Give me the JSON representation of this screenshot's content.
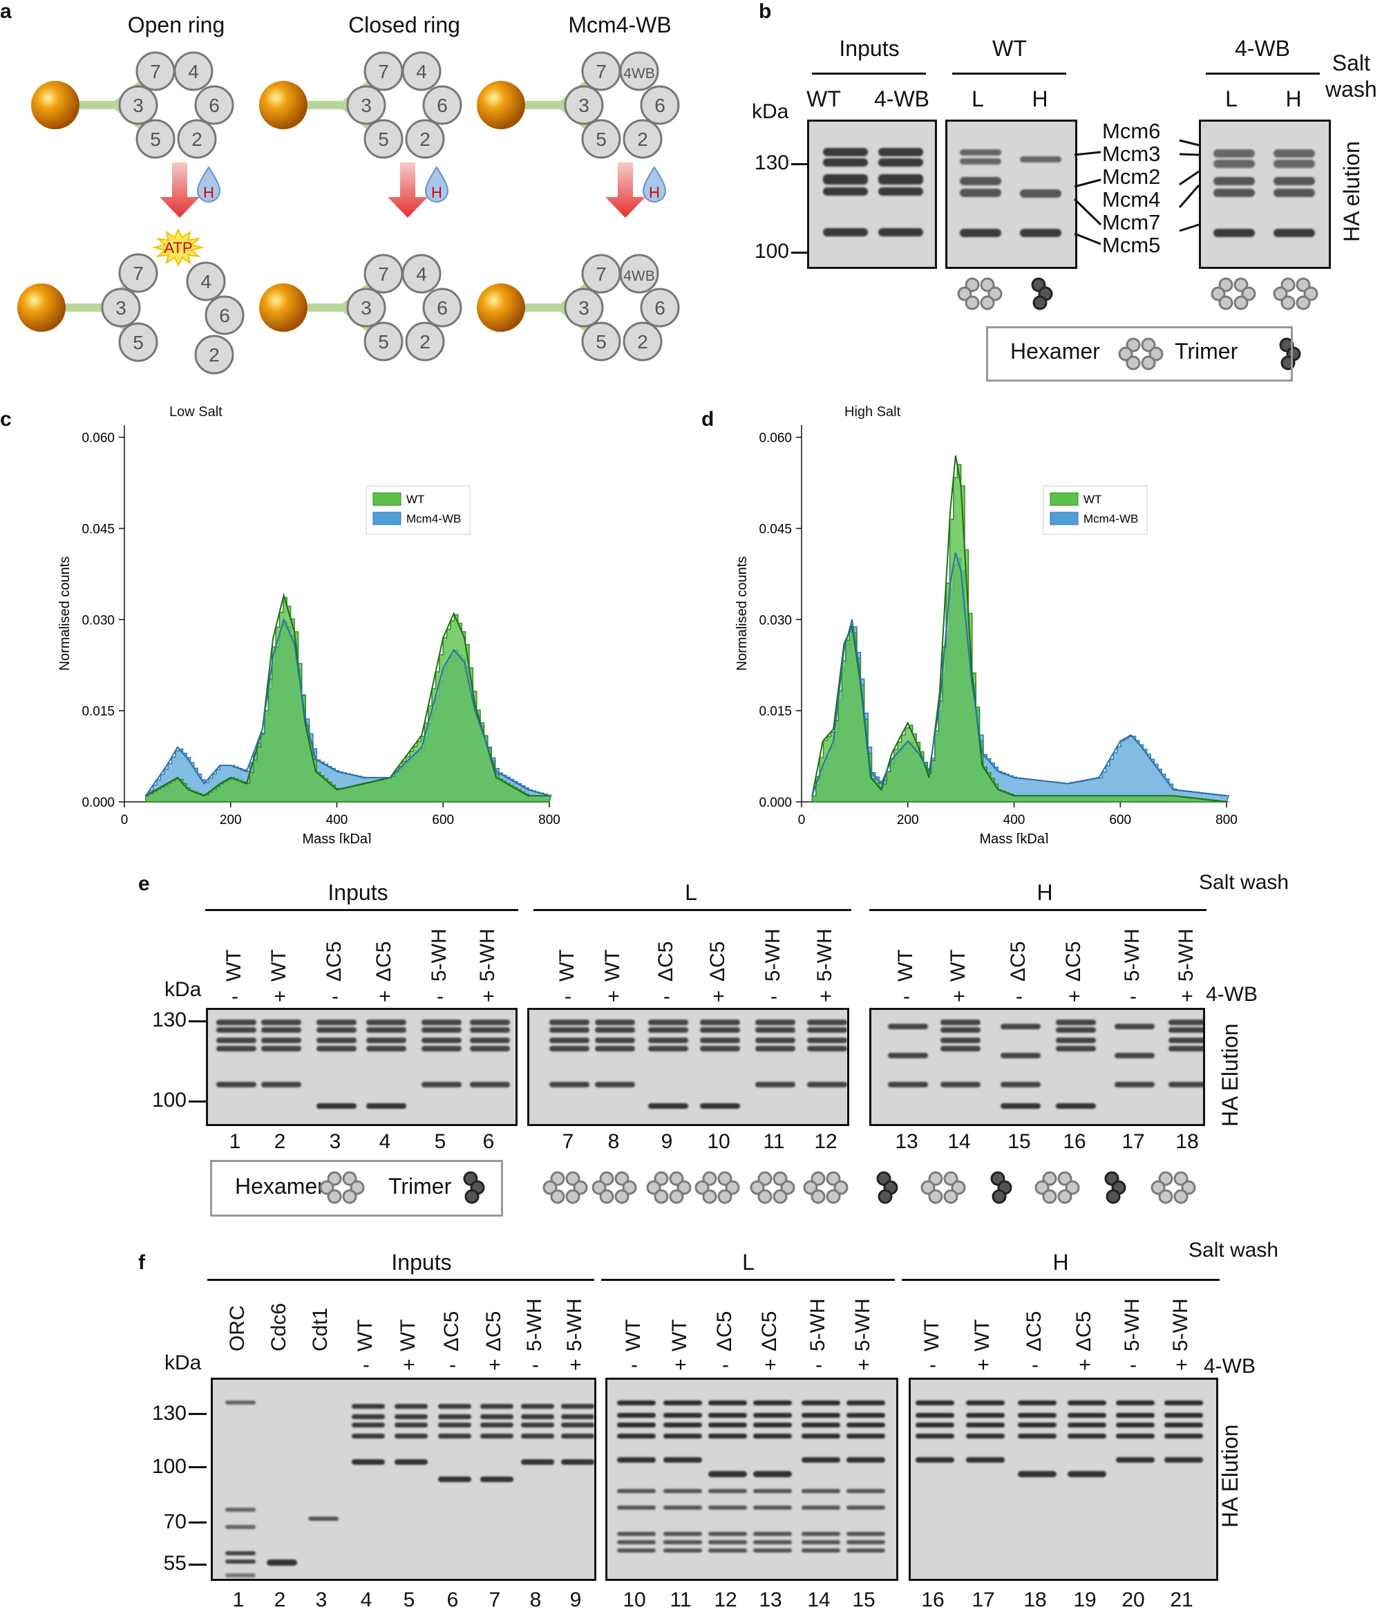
{
  "panels": {
    "a": "a",
    "b": "b",
    "c": "c",
    "d": "d",
    "e": "e",
    "f": "f"
  },
  "panel_a": {
    "titles": [
      "Open ring",
      "Closed ring",
      "Mcm4-WB"
    ],
    "atp": "ATP",
    "h": "H",
    "wb": "4WB",
    "subunits_top": [
      "7",
      "4",
      "3",
      "6",
      "5",
      "2"
    ]
  },
  "panel_b": {
    "group_labels": [
      "Inputs",
      "WT",
      "4-WB"
    ],
    "lanes_inputs": [
      "WT",
      "4-WB"
    ],
    "lanes_wt": [
      "L",
      "H"
    ],
    "lanes_4wb": [
      "L",
      "H"
    ],
    "salt_wash": [
      "Salt",
      "wash"
    ],
    "kda": "kDa",
    "markers": [
      "130",
      "100"
    ],
    "mcm_labels": [
      "Mcm6",
      "Mcm3",
      "Mcm2",
      "Mcm4",
      "Mcm7",
      "Mcm5"
    ],
    "side_label": "HA elution",
    "legend": {
      "hexamer": "Hexamer",
      "trimer": "Trimer"
    }
  },
  "panel_c": {
    "chart_data": {
      "type": "area",
      "title": "Low Salt",
      "xlabel": "Mass [kDa]",
      "ylabel": "Normalised counts",
      "xlim": [
        0,
        800
      ],
      "ylim": [
        0,
        0.062
      ],
      "xticks": [
        "0",
        "200",
        "400",
        "600",
        "800"
      ],
      "yticks": [
        "0.000",
        "0.015",
        "0.030",
        "0.045",
        "0.060"
      ],
      "legend_position": "right",
      "series": [
        {
          "name": "WT",
          "color": "#5cc24a",
          "x": [
            40,
            80,
            100,
            120,
            150,
            180,
            200,
            230,
            260,
            280,
            300,
            320,
            340,
            360,
            400,
            450,
            500,
            560,
            600,
            620,
            640,
            660,
            700,
            760,
            800
          ],
          "y": [
            0.001,
            0.003,
            0.004,
            0.002,
            0.001,
            0.003,
            0.004,
            0.003,
            0.012,
            0.027,
            0.034,
            0.028,
            0.013,
            0.005,
            0.002,
            0.003,
            0.004,
            0.011,
            0.027,
            0.031,
            0.027,
            0.016,
            0.004,
            0.001,
            0.001
          ]
        },
        {
          "name": "Mcm4-WB",
          "color": "#4f9fd6",
          "x": [
            40,
            80,
            100,
            120,
            150,
            180,
            200,
            230,
            260,
            280,
            300,
            320,
            340,
            360,
            400,
            450,
            500,
            560,
            600,
            620,
            640,
            660,
            700,
            760,
            800
          ],
          "y": [
            0.001,
            0.006,
            0.009,
            0.007,
            0.003,
            0.006,
            0.006,
            0.005,
            0.012,
            0.024,
            0.03,
            0.026,
            0.014,
            0.007,
            0.005,
            0.004,
            0.004,
            0.009,
            0.022,
            0.025,
            0.023,
            0.015,
            0.005,
            0.002,
            0.001
          ]
        }
      ]
    }
  },
  "panel_d": {
    "chart_data": {
      "type": "area",
      "title": "High Salt",
      "xlabel": "Mass [kDa]",
      "ylabel": "Normalised counts",
      "xlim": [
        0,
        800
      ],
      "ylim": [
        0,
        0.062
      ],
      "xticks": [
        "0",
        "200",
        "400",
        "600",
        "800"
      ],
      "yticks": [
        "0.000",
        "0.015",
        "0.030",
        "0.045",
        "0.060"
      ],
      "legend_position": "right",
      "series": [
        {
          "name": "WT",
          "color": "#5cc24a",
          "x": [
            20,
            40,
            60,
            80,
            95,
            110,
            130,
            150,
            170,
            200,
            220,
            240,
            260,
            280,
            290,
            300,
            320,
            340,
            370,
            400,
            500,
            560,
            600,
            620,
            640,
            700,
            800
          ],
          "y": [
            0.001,
            0.01,
            0.012,
            0.026,
            0.029,
            0.02,
            0.004,
            0.002,
            0.008,
            0.013,
            0.009,
            0.004,
            0.018,
            0.048,
            0.057,
            0.052,
            0.022,
            0.006,
            0.002,
            0.001,
            0.001,
            0.001,
            0.001,
            0.001,
            0.001,
            0.001,
            0.0
          ]
        },
        {
          "name": "Mcm4-WB",
          "color": "#4f9fd6",
          "x": [
            20,
            40,
            60,
            80,
            95,
            110,
            130,
            150,
            170,
            200,
            220,
            240,
            260,
            280,
            290,
            300,
            320,
            340,
            370,
            400,
            500,
            560,
            600,
            620,
            640,
            700,
            800
          ],
          "y": [
            0.001,
            0.006,
            0.01,
            0.025,
            0.03,
            0.021,
            0.005,
            0.003,
            0.007,
            0.01,
            0.008,
            0.005,
            0.016,
            0.036,
            0.041,
            0.038,
            0.02,
            0.008,
            0.005,
            0.004,
            0.003,
            0.004,
            0.01,
            0.011,
            0.009,
            0.002,
            0.001
          ]
        }
      ]
    }
  },
  "panel_e": {
    "groups": [
      "Inputs",
      "L",
      "H"
    ],
    "salt_wash": "Salt wash",
    "kda": "kDa",
    "markers": [
      "130",
      "100"
    ],
    "lane_names": [
      "WT",
      "WT",
      "ΔC5",
      "ΔC5",
      "5-WH",
      "5-WH",
      "WT",
      "WT",
      "ΔC5",
      "ΔC5",
      "5-WH",
      "5-WH",
      "WT",
      "WT",
      "ΔC5",
      "ΔC5",
      "5-WH",
      "5-WH"
    ],
    "signs": [
      "-",
      "+",
      "-",
      "+",
      "-",
      "+",
      "-",
      "+",
      "-",
      "+",
      "-",
      "+",
      "-",
      "+",
      "-",
      "+",
      "-",
      "+"
    ],
    "wb_label": "4-WB",
    "side_label": "HA Elution",
    "numbers": [
      "1",
      "2",
      "3",
      "4",
      "5",
      "6",
      "7",
      "8",
      "9",
      "10",
      "11",
      "12",
      "13",
      "14",
      "15",
      "16",
      "17",
      "18"
    ],
    "legend": {
      "hexamer": "Hexamer",
      "trimer": "Trimer"
    },
    "complex": [
      "hex",
      "hex",
      "hex",
      "hex",
      "hex",
      "hex",
      "tri",
      "hex",
      "tri",
      "hex",
      "tri",
      "hex"
    ]
  },
  "panel_f": {
    "groups": [
      "Inputs",
      "L",
      "H"
    ],
    "salt_wash": "Salt wash",
    "kda": "kDa",
    "markers": [
      "130",
      "100",
      "70",
      "55"
    ],
    "lane_names": [
      "ORC",
      "Cdc6",
      "Cdt1",
      "WT",
      "WT",
      "ΔC5",
      "ΔC5",
      "5-WH",
      "5-WH",
      "WT",
      "WT",
      "ΔC5",
      "ΔC5",
      "5-WH",
      "5-WH",
      "WT",
      "WT",
      "ΔC5",
      "ΔC5",
      "5-WH",
      "5-WH"
    ],
    "signs": [
      "",
      "",
      "",
      "-",
      "+",
      "-",
      "+",
      "-",
      "+",
      "-",
      "+",
      "-",
      "+",
      "-",
      "+",
      "-",
      "+",
      "-",
      "+",
      "-",
      "+"
    ],
    "wb_label": "4-WB",
    "side_label": "HA Elution",
    "numbers": [
      "1",
      "2",
      "3",
      "4",
      "5",
      "6",
      "7",
      "8",
      "9",
      "10",
      "11",
      "12",
      "13",
      "14",
      "15",
      "16",
      "17",
      "18",
      "19",
      "20",
      "21"
    ]
  }
}
